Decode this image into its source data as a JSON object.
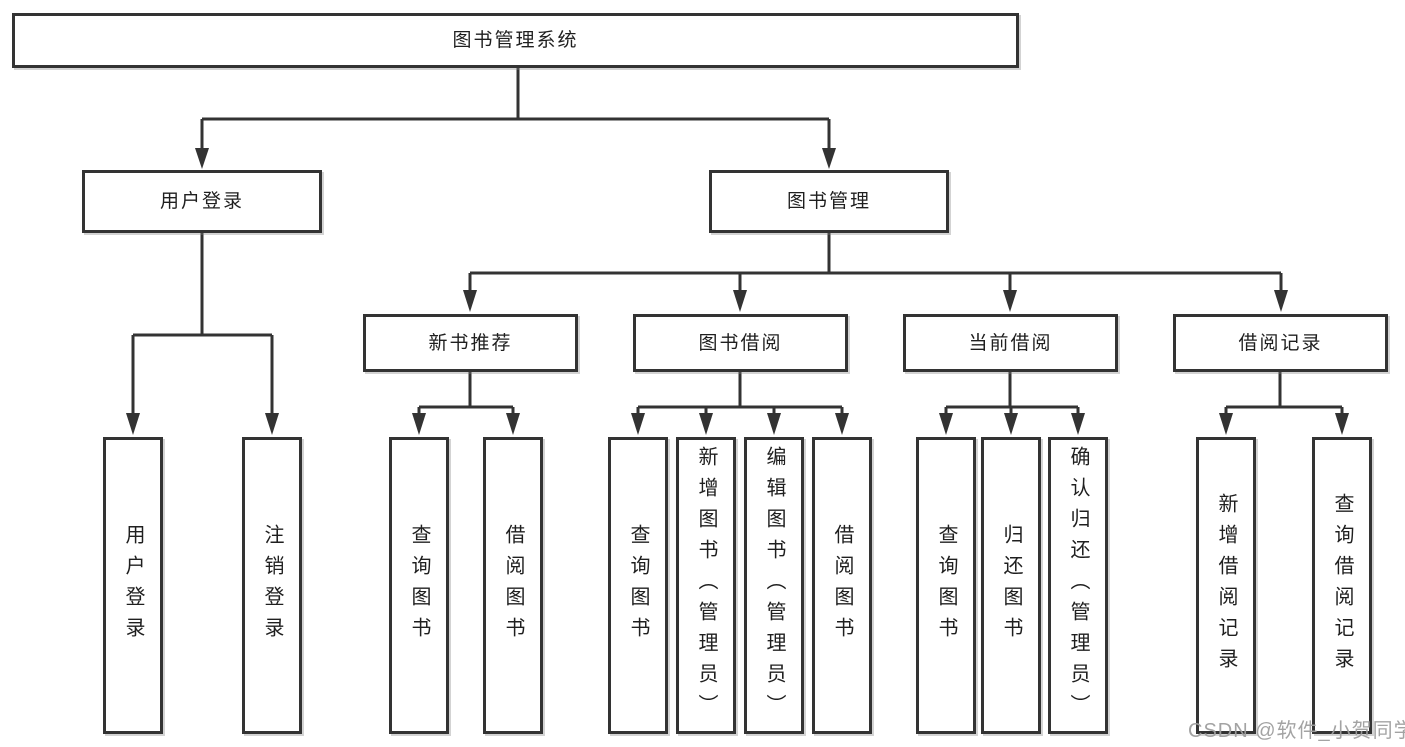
{
  "diagram_title": "图书管理系统",
  "tree": {
    "root": {
      "label": "图书管理系统"
    },
    "branches": [
      {
        "label": "用户登录"
      },
      {
        "label": "图书管理"
      }
    ],
    "modules": [
      {
        "label": "新书推荐",
        "parent": "图书管理"
      },
      {
        "label": "图书借阅",
        "parent": "图书管理"
      },
      {
        "label": "当前借阅",
        "parent": "图书管理"
      },
      {
        "label": "借阅记录",
        "parent": "图书管理"
      }
    ],
    "leaves": [
      {
        "label": "用户登录",
        "parent": "用户登录"
      },
      {
        "label": "注销登录",
        "parent": "用户登录"
      },
      {
        "label": "查询图书",
        "parent": "新书推荐"
      },
      {
        "label": "借阅图书",
        "parent": "新书推荐"
      },
      {
        "label": "查询图书",
        "parent": "图书借阅"
      },
      {
        "label": "新增图书（管理员）",
        "parent": "图书借阅"
      },
      {
        "label": "编辑图书（管理员）",
        "parent": "图书借阅"
      },
      {
        "label": "借阅图书",
        "parent": "图书借阅"
      },
      {
        "label": "查询图书",
        "parent": "当前借阅"
      },
      {
        "label": "归还图书",
        "parent": "当前借阅"
      },
      {
        "label": "确认归还（管理员）",
        "parent": "当前借阅"
      },
      {
        "label": "新增借阅记录",
        "parent": "借阅记录"
      },
      {
        "label": "查询借阅记录",
        "parent": "借阅记录"
      }
    ]
  },
  "watermark": "CSDN @软件_小贺同学",
  "colors": {
    "line": "#333333",
    "box_border": "#333333",
    "box_fill": "#ffffff",
    "text": "#1f1f1f",
    "background": "#ffffff",
    "watermark": "#9e9e9e"
  }
}
